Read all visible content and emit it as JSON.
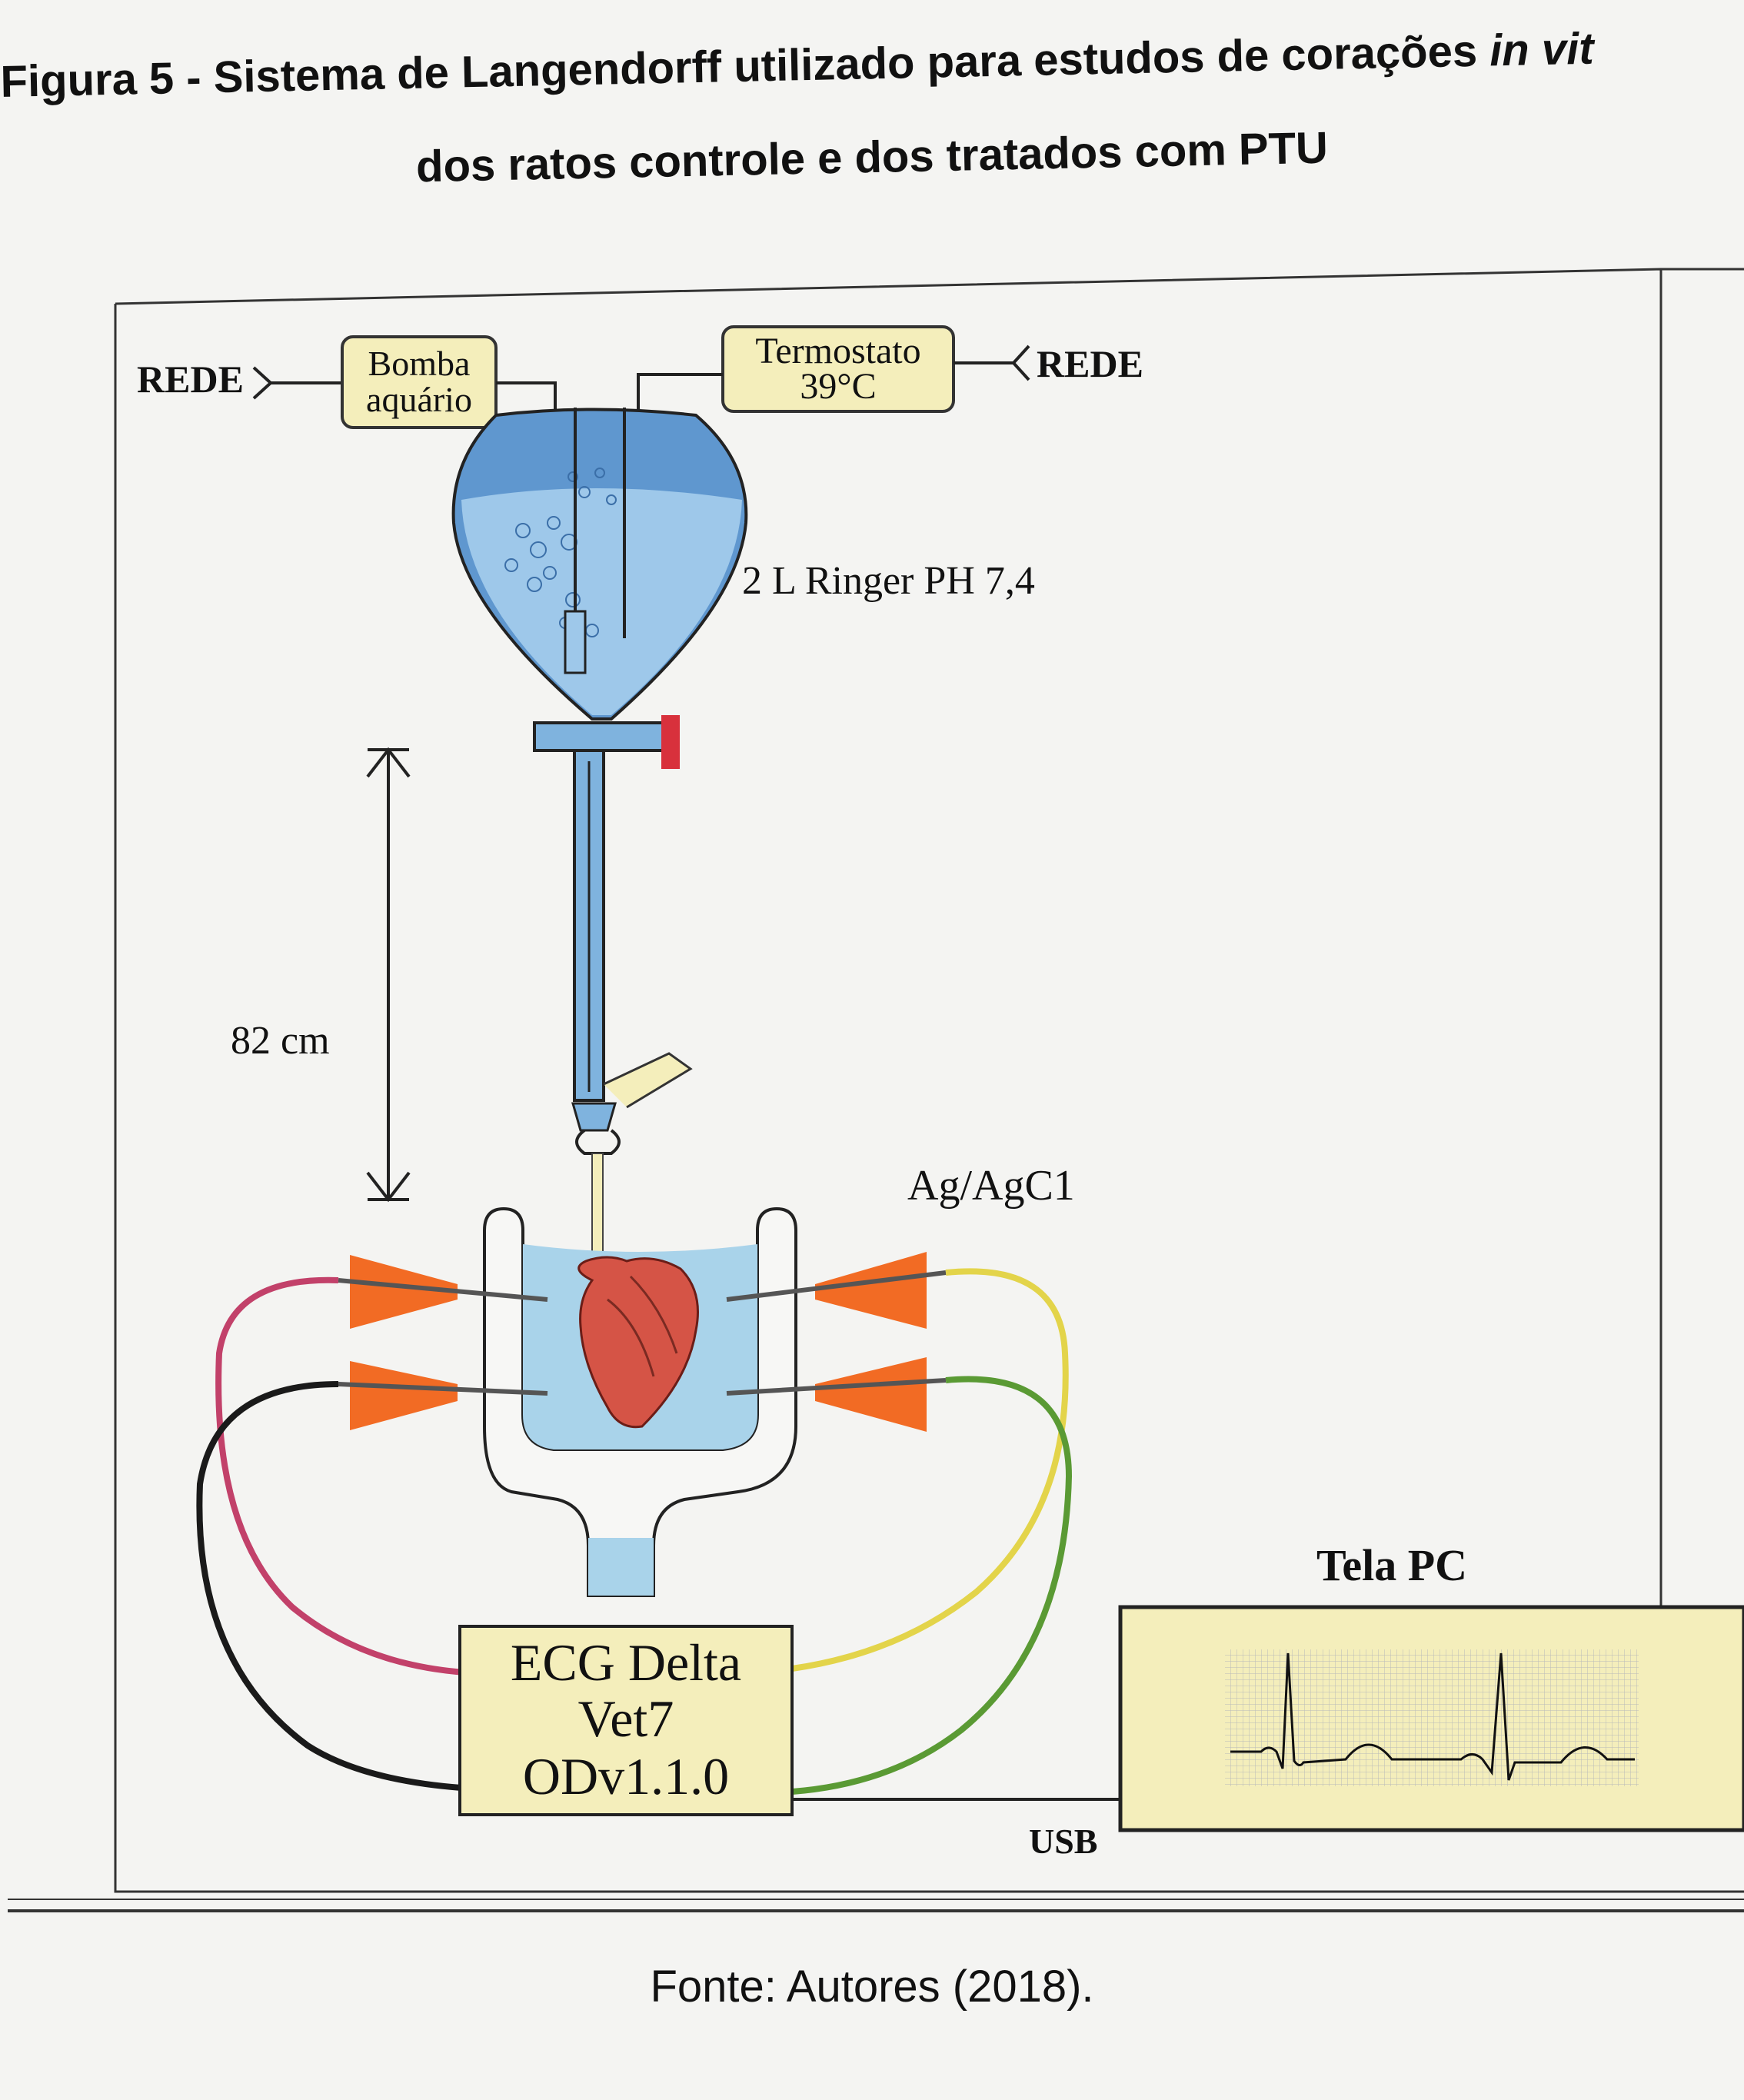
{
  "caption": {
    "line1_prefix": "Figura 5 - Sistema de Langendorff utilizado para estudos de corações",
    "line1_italic": "in vit",
    "line2": "dos ratos controle e dos tratados com PTU"
  },
  "labels": {
    "rede_left": "REDE",
    "rede_right": "REDE",
    "pump_line1": "Bomba",
    "pump_line2": "aquário",
    "thermo_line1": "Termostato",
    "thermo_line2": "39°C",
    "reservoir": "2 L Ringer PH 7,4",
    "height": "82 cm",
    "electrodes": "Ag/AgC1",
    "ecg_line1": "ECG Delta",
    "ecg_line2": "Vet7",
    "ecg_line3": "ODv1.1.0",
    "screen_title": "Tela PC",
    "usb": "USB"
  },
  "source": "Fonte: Autores (2018).",
  "colors": {
    "box_fill": "#f4eebb",
    "liquid": "#7fb3de",
    "bath": "#a9d3ea",
    "electrode": "#f26b24",
    "cable_red": "#c2416a",
    "cable_black": "#1a1a1a",
    "cable_yellow": "#e3d44a",
    "cable_green": "#5a9a34",
    "valve": "#d8313c"
  }
}
